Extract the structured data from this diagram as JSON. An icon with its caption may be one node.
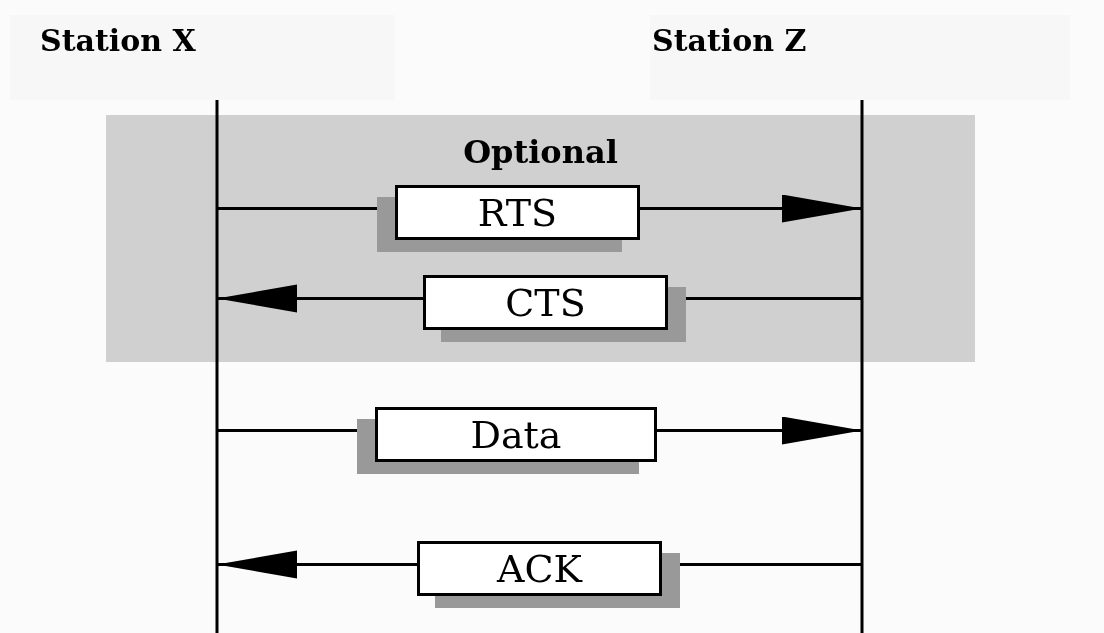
{
  "diagram": {
    "nodes": [
      {
        "text": [
          "Station X"
        ]
      },
      {
        "text": [
          "Station Z"
        ]
      },
      {
        "text": [
          "Optional"
        ]
      },
      {
        "text": [
          "RTS"
        ],
        "in": 2
      },
      {
        "text": [
          "CTS"
        ],
        "in": 2
      },
      {
        "text": [
          "Data"
        ]
      },
      {
        "text": [
          "ACK"
        ]
      }
    ],
    "edges": [
      {
        "from": 0,
        "to": 3,
        "arrow": "none"
      },
      {
        "from": 3,
        "to": 1,
        "arrow": "to"
      },
      {
        "from": 1,
        "to": 4,
        "arrow": "none"
      },
      {
        "from": 4,
        "to": 0,
        "arrow": "to"
      },
      {
        "from": 0,
        "to": 5,
        "arrow": "none"
      },
      {
        "from": 5,
        "to": 1,
        "arrow": "to"
      },
      {
        "from": 1,
        "to": 6,
        "arrow": "none"
      },
      {
        "from": 6,
        "to": 0,
        "arrow": "to"
      }
    ]
  }
}
